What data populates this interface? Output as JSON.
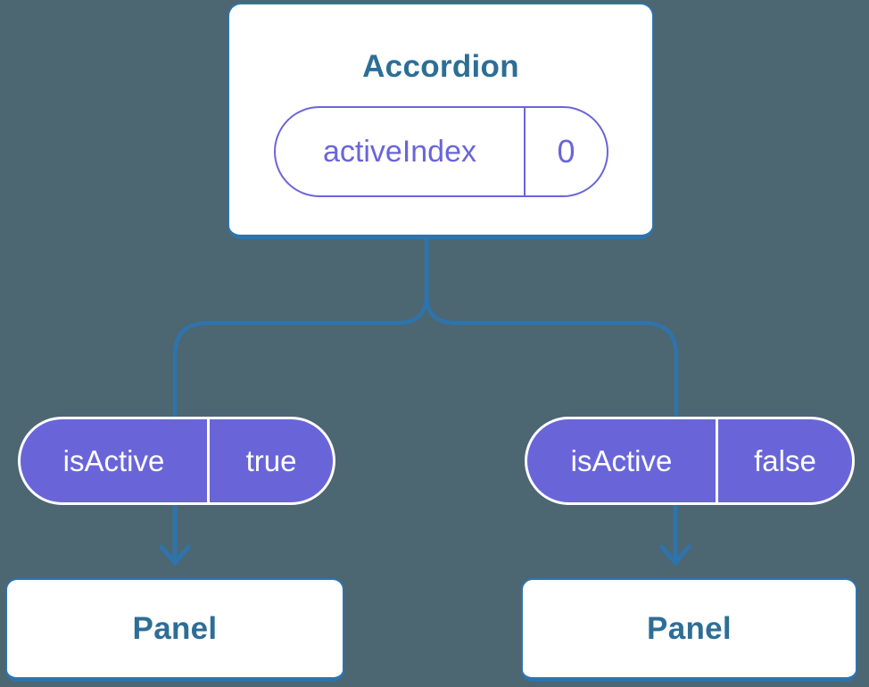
{
  "colors": {
    "background": "#4C6672",
    "card_fill": "#FFFFFF",
    "card_border_blue": "#2E74AC",
    "heading_text_blue": "#2D6E96",
    "connector_blue": "#2E74AC",
    "prop_purple": "#6965D9",
    "pill_text_on_purple": "#FFFFFF"
  },
  "icons": {
    "arrow_down": "down-arrow"
  },
  "tree": {
    "root": {
      "title": "Accordion",
      "state_pill": {
        "name": "activeIndex",
        "value": "0"
      }
    },
    "branches": [
      {
        "prop_pill": {
          "name": "isActive",
          "value": "true"
        },
        "child": {
          "title": "Panel"
        }
      },
      {
        "prop_pill": {
          "name": "isActive",
          "value": "false"
        },
        "child": {
          "title": "Panel"
        }
      }
    ]
  }
}
